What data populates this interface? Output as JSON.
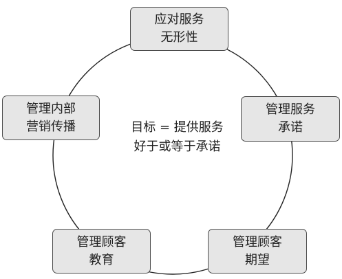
{
  "diagram": {
    "nodes": {
      "top": {
        "line1": "应对服务",
        "line2": "无形性"
      },
      "right": {
        "line1": "管理服务",
        "line2": "承诺"
      },
      "bottom_right": {
        "line1": "管理顾客",
        "line2": "期望"
      },
      "bottom_left": {
        "line1": "管理顾客",
        "line2": "教育"
      },
      "left": {
        "line1": "管理内部",
        "line2": "营销传播"
      }
    },
    "center": {
      "line1": "目标 = 提供服务",
      "line2": "好于或等于承诺"
    }
  }
}
